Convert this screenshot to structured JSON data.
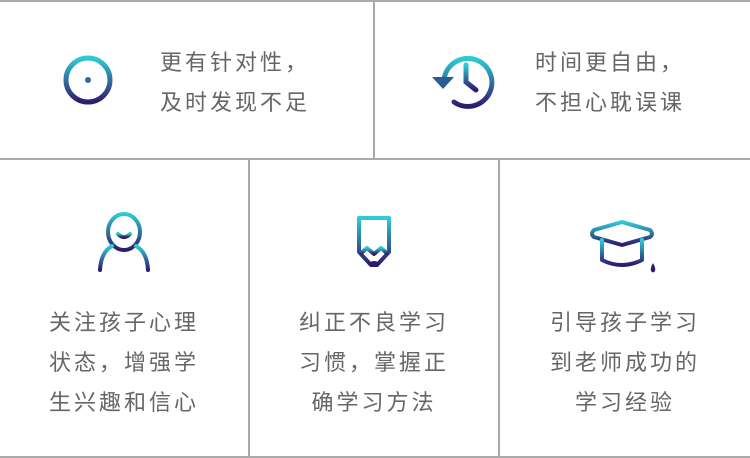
{
  "features": [
    {
      "icon": "target-icon",
      "lines": [
        "更有针对性，",
        "及时发现不足"
      ]
    },
    {
      "icon": "history-clock-icon",
      "lines": [
        "时间更自由，",
        "不担心耽误课"
      ]
    },
    {
      "icon": "user-icon",
      "lines": [
        "关注孩子心理",
        "状态，增强学",
        "生兴趣和信心"
      ]
    },
    {
      "icon": "pencil-icon",
      "lines": [
        "纠正不良学习",
        "习惯，掌握正",
        "确学习方法"
      ]
    },
    {
      "icon": "graduation-cap-icon",
      "lines": [
        "引导孩子学习",
        "到老师成功的",
        "学习经验"
      ]
    }
  ],
  "colors": {
    "gradient_top": "#2ecbd3",
    "gradient_bottom": "#2f1a6e",
    "text": "#666666",
    "border": "#aaaaaa"
  }
}
